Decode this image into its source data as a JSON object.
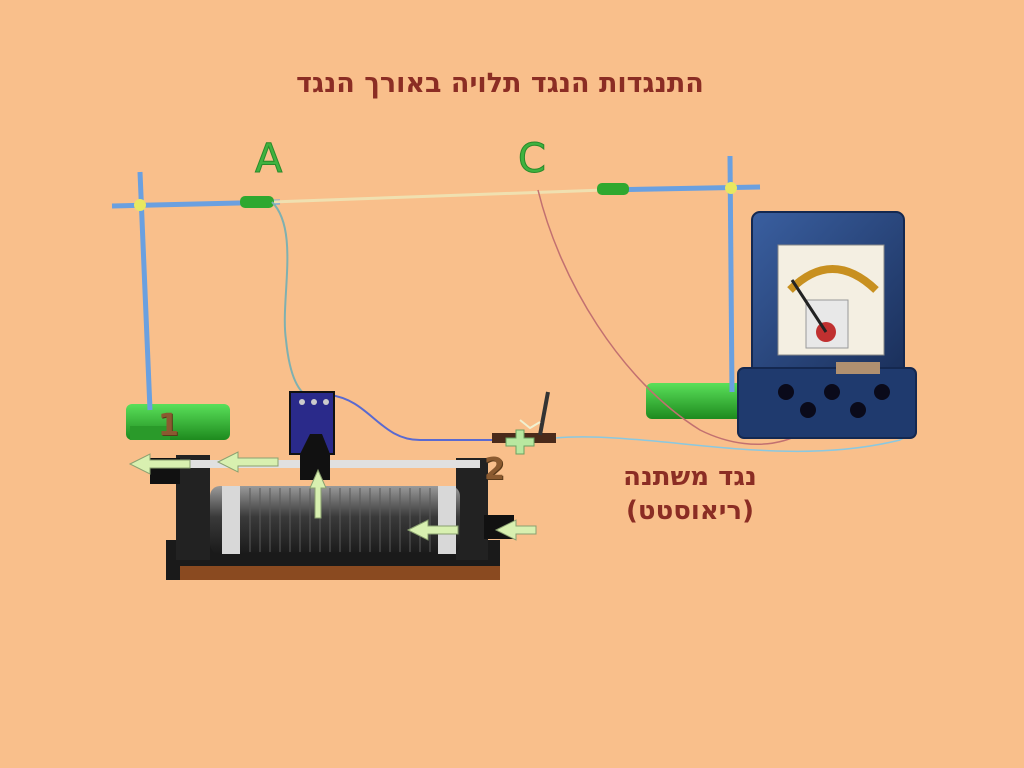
{
  "title": "התנגדות הנגד תלויה באורך הנגד",
  "points": {
    "a": "A",
    "c": "C"
  },
  "terminals": {
    "one": "1",
    "two": "2"
  },
  "rheostat_caption": {
    "line1": "נגד משתנה",
    "line2": "(ריאוסטט)"
  },
  "colors": {
    "background": "#f9bf8b",
    "title": "#8b2d24",
    "point_label": "#3fb23f",
    "rod": "#6aa0e0",
    "wire_blue": "#5a6ad0",
    "wire_red": "#c27070",
    "meter_body": "#24427a",
    "stand_base": "#3ec43e"
  }
}
